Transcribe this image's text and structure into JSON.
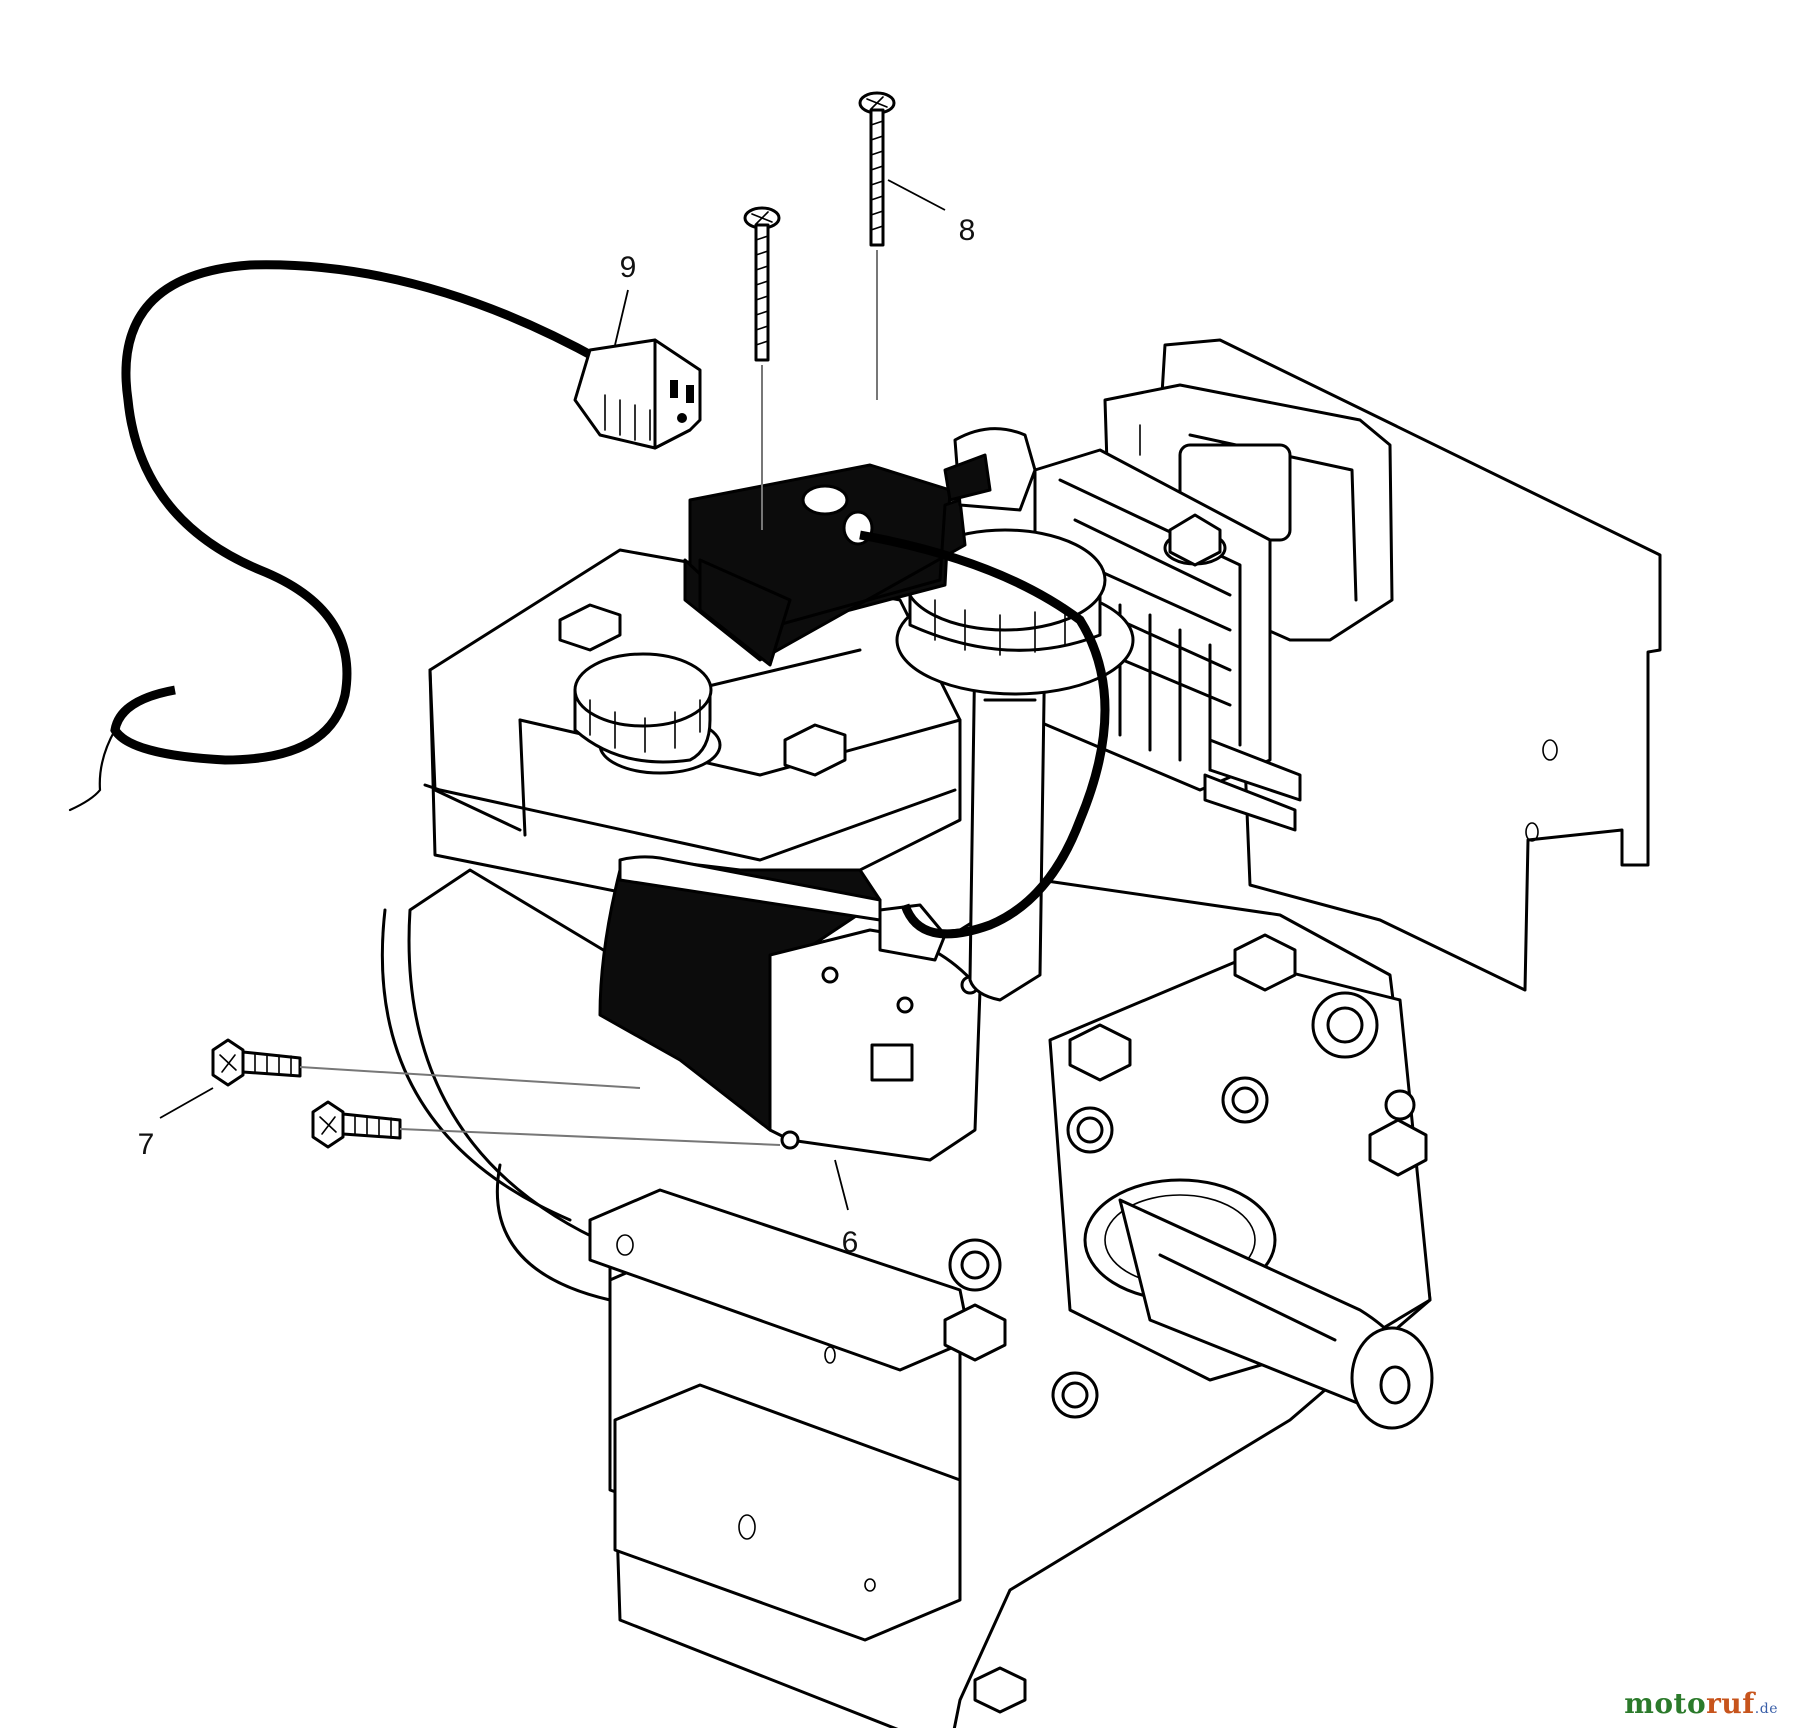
{
  "diagram": {
    "callouts": {
      "c6": "6",
      "c7": "7",
      "c8": "8",
      "c9": "9"
    }
  },
  "watermark": {
    "part_a": "moto",
    "part_b": "ruf",
    "part_c": ".de"
  }
}
